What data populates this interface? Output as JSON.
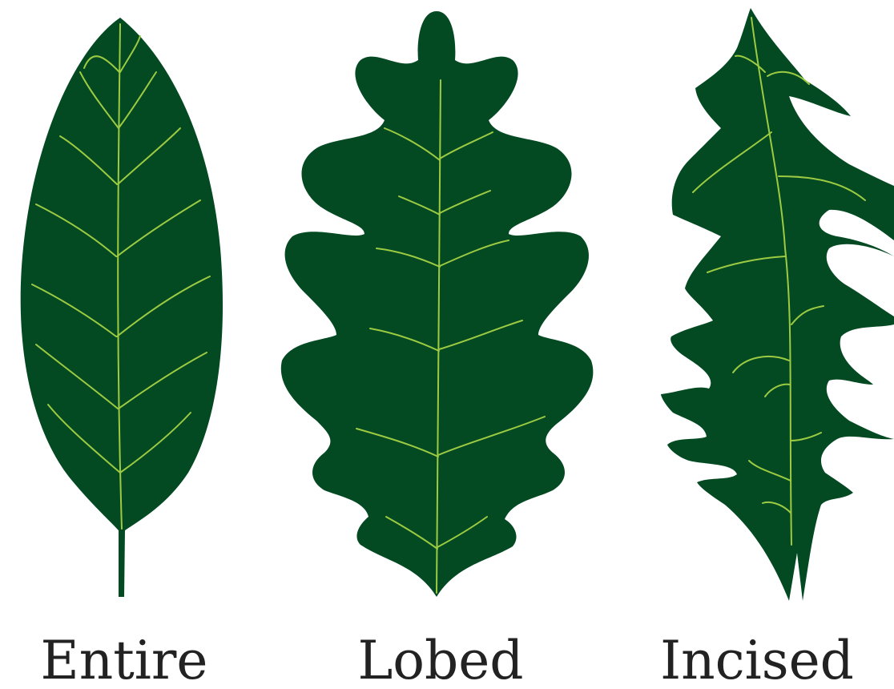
{
  "leaves": [
    {
      "label": "Entire",
      "shape": "entire-leaf-icon"
    },
    {
      "label": "Lobed",
      "shape": "lobed-leaf-icon"
    },
    {
      "label": "Incised",
      "shape": "incised-leaf-icon"
    }
  ],
  "colors": {
    "leaf": "#034a23",
    "vein": "#9ccb42",
    "text": "#222222",
    "background": "#ffffff"
  }
}
